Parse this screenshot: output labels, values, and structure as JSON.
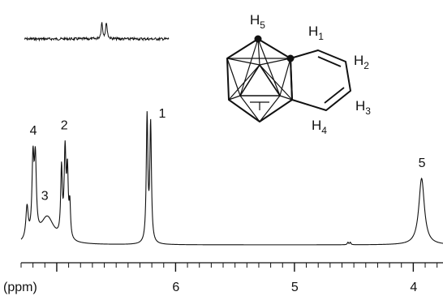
{
  "chart_data": {
    "type": "line",
    "title": "",
    "xlabel": "(ppm)",
    "ylabel": "",
    "x_reversed": true,
    "xlim": [
      7.3,
      3.75
    ],
    "x_ticks": [
      {
        "value": 6,
        "label": "6"
      },
      {
        "value": 5,
        "label": "5"
      },
      {
        "value": 4,
        "label": "4"
      }
    ],
    "minor_tick_step": 0.1,
    "grid": false,
    "series": [
      {
        "name": "",
        "peaks": [
          {
            "ppm": 7.25,
            "height": 0.4,
            "width": 0.012
          },
          {
            "ppm": 7.2,
            "height": 0.93,
            "width": 0.01
          },
          {
            "ppm": 7.18,
            "height": 0.9,
            "width": 0.01
          },
          {
            "ppm": 7.08,
            "height": 0.33,
            "width": 0.07
          },
          {
            "ppm": 6.96,
            "height": 0.83,
            "width": 0.008
          },
          {
            "ppm": 6.93,
            "height": 1.05,
            "width": 0.009
          },
          {
            "ppm": 6.91,
            "height": 0.78,
            "width": 0.008
          },
          {
            "ppm": 6.89,
            "height": 0.4,
            "width": 0.007
          },
          {
            "ppm": 6.24,
            "height": 1.55,
            "width": 0.008
          },
          {
            "ppm": 6.21,
            "height": 1.45,
            "width": 0.008
          },
          {
            "ppm": 4.55,
            "height": 0.03,
            "width": 0.006
          },
          {
            "ppm": 4.53,
            "height": 0.03,
            "width": 0.006
          },
          {
            "ppm": 3.93,
            "height": 0.82,
            "width": 0.028
          }
        ]
      }
    ],
    "inset": {
      "xlim": [
        6.75,
        5.8
      ],
      "peaks": [
        {
          "ppm": 6.24,
          "height": 1.0,
          "width": 0.006
        },
        {
          "ppm": 6.21,
          "height": 1.0,
          "width": 0.006
        }
      ]
    },
    "annotations": [
      {
        "text": "1",
        "ppm": 6.225
      },
      {
        "text": "2",
        "ppm": 6.94
      },
      {
        "text": "3",
        "ppm": 7.09
      },
      {
        "text": "4",
        "ppm": 7.2
      },
      {
        "text": "5",
        "ppm": 3.93
      }
    ]
  },
  "structure": {
    "labels": [
      {
        "main": "H",
        "sub": "5"
      },
      {
        "main": "H",
        "sub": "1"
      },
      {
        "main": "H",
        "sub": "2"
      },
      {
        "main": "H",
        "sub": "3"
      },
      {
        "main": "H",
        "sub": "4"
      }
    ]
  }
}
